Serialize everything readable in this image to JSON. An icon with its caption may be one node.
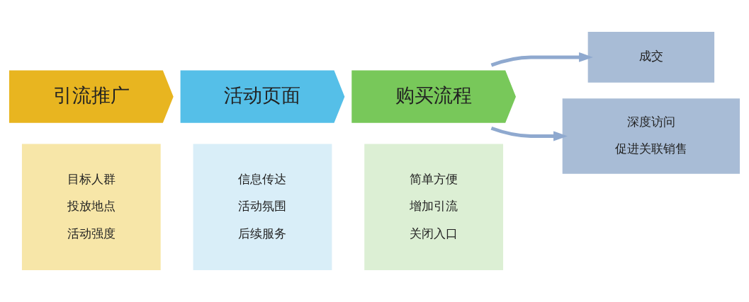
{
  "diagram": {
    "nodes": [
      {
        "text": [
          "引流推广"
        ]
      },
      {
        "text": [
          "活动页面"
        ]
      },
      {
        "text": [
          "购买流程"
        ]
      },
      {
        "text": [
          "目标人群",
          "投放地点",
          "活动强度"
        ]
      },
      {
        "text": [
          "信息传达",
          "活动氛围",
          "后续服务"
        ]
      },
      {
        "text": [
          "简单方便",
          "增加引流",
          "关闭入口"
        ]
      },
      {
        "text": [
          "成交"
        ]
      },
      {
        "text": [
          "深度访问",
          "促进关联销售"
        ]
      }
    ],
    "edges": [
      {
        "from": 2,
        "to": 6,
        "arrow": "to"
      },
      {
        "from": 2,
        "to": 7,
        "arrow": "to"
      }
    ]
  }
}
